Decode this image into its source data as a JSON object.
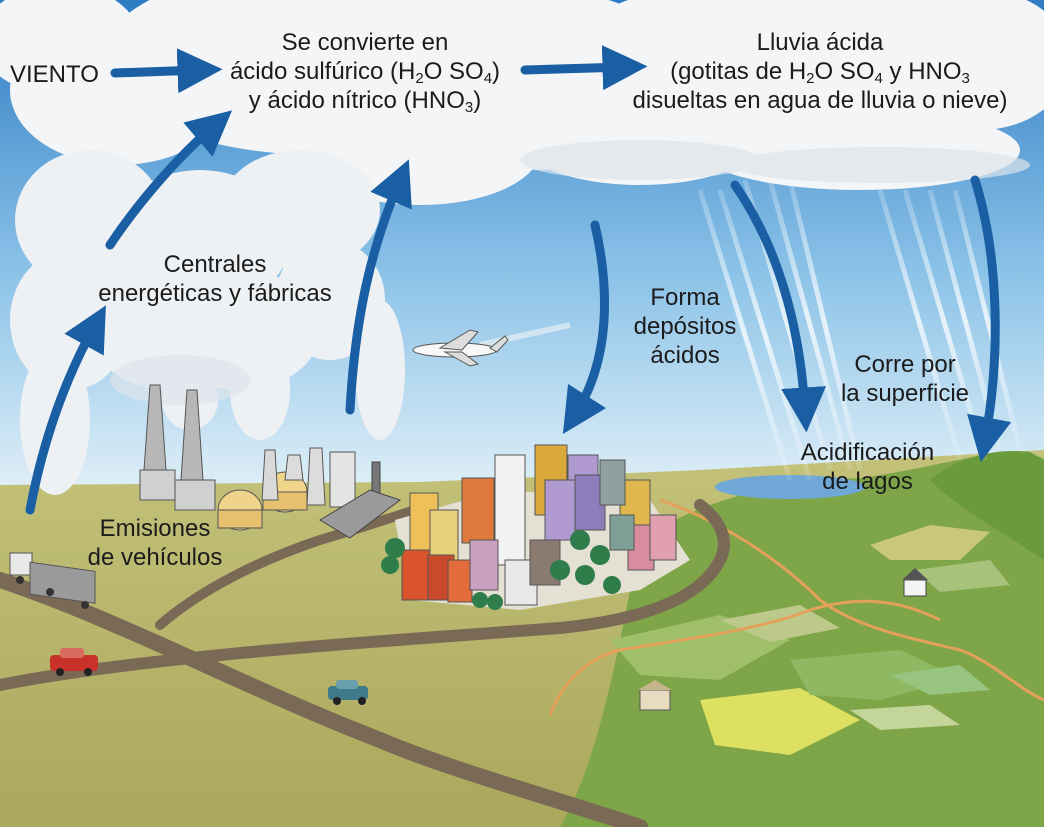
{
  "labels": {
    "viento": "VIENTO",
    "conversion": {
      "line1": "Se convierte en",
      "line2_a": "ácido sulfúrico (H",
      "line2_sub1": "2",
      "line2_b": "O SO",
      "line2_sub2": "4",
      "line2_c": ")",
      "line3_a": "y ácido nítrico (HNO",
      "line3_sub": "3",
      "line3_b": ")"
    },
    "lluvia": {
      "line1": "Lluvia ácida",
      "line2_a": "(gotitas de H",
      "line2_sub1": "2",
      "line2_b": "O SO",
      "line2_sub2": "4",
      "line2_c": " y HNO",
      "line2_sub3": "3",
      "line3": "disueltas en agua de lluvia o nieve)"
    },
    "centrales": {
      "line1": "Centrales",
      "line2": "energéticas y fábricas"
    },
    "forma": {
      "line1": "Forma",
      "line2": "depósitos",
      "line3": "ácidos"
    },
    "corre": {
      "line1": "Corre por",
      "line2": "la superficie"
    },
    "acidificacion": {
      "line1": "Acidificación",
      "line2": "de lagos"
    },
    "emisiones": {
      "line1": "Emisiones",
      "line2": "de vehículos"
    }
  },
  "colors": {
    "sky_top": "#2f7cc4",
    "sky_bottom": "#d8ecf6",
    "cloud": "#f4f6f8",
    "cloud_shade": "#d9e1e8",
    "ground": "#b6b56a",
    "field_green": "#7da547",
    "road": "#7a6a55",
    "arrow": "#1a5fa3",
    "rain": "#cfe6f6",
    "lake": "#6fa8d6"
  }
}
